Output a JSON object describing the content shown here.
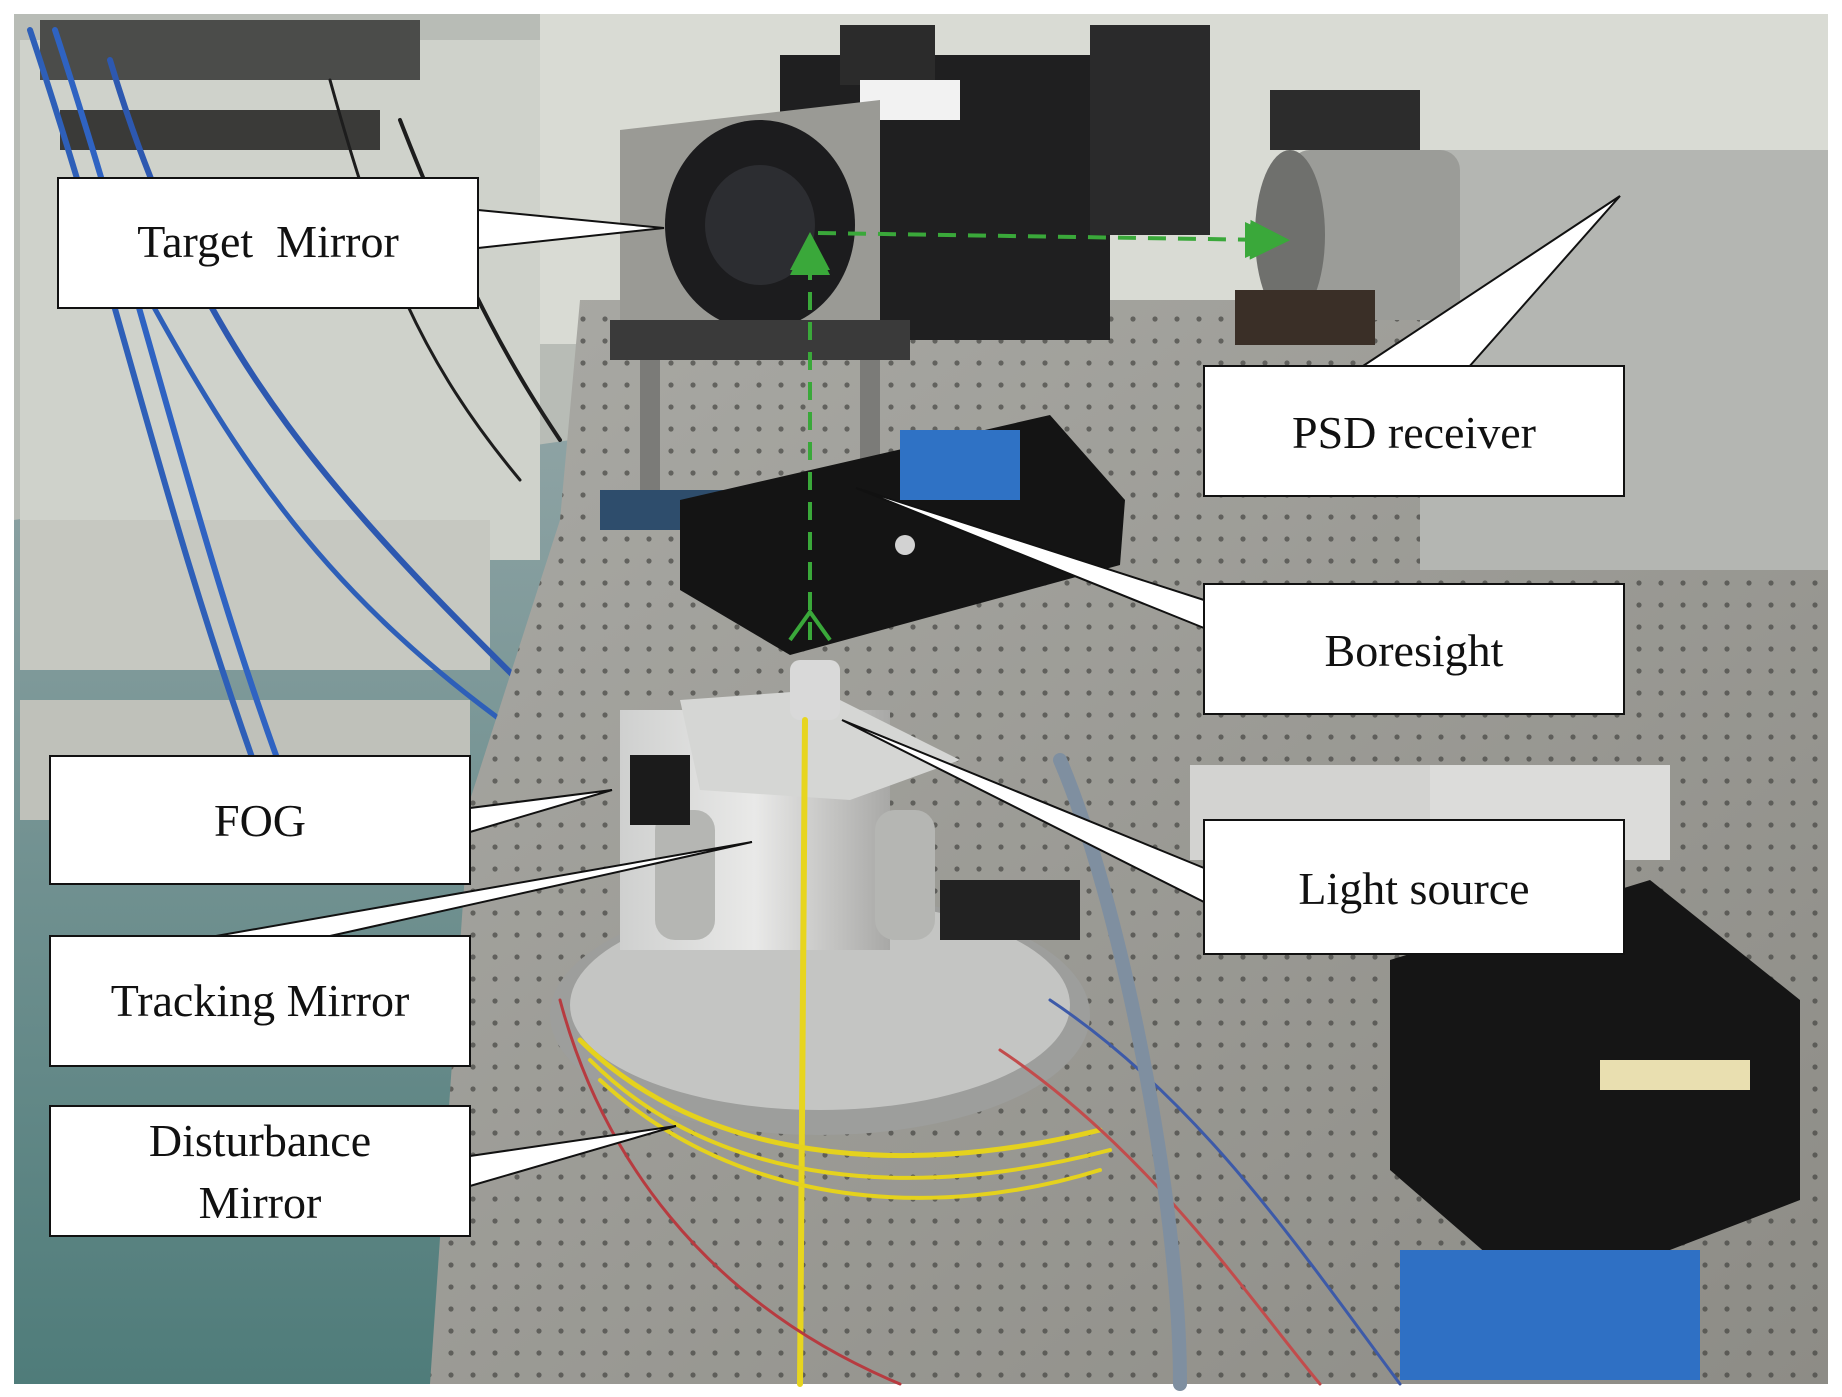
{
  "figure": {
    "labels": {
      "target_mirror": "Target  Mirror",
      "psd_receiver": "PSD receiver",
      "boresight": "Boresight",
      "fog": "FOG",
      "light_source": "Light source",
      "tracking_mirror": "Tracking Mirror",
      "disturbance_mirror_line1": "Disturbance",
      "disturbance_mirror_line2": "Mirror"
    },
    "colors": {
      "beam_path": "#3aa83a",
      "callout_fill": "#ffffff",
      "callout_stroke": "#111111"
    }
  }
}
